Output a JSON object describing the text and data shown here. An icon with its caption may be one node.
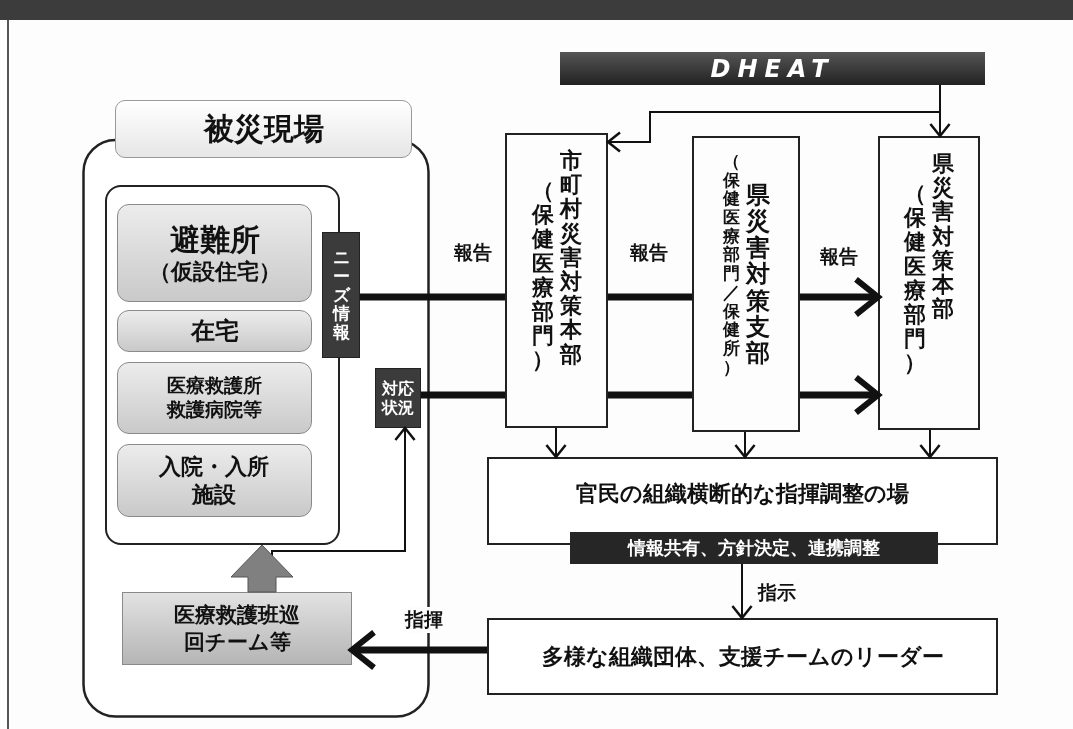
{
  "diagram": {
    "nodes": [
      {
        "text": [
          "被災現場"
        ]
      },
      {
        "text": [],
        "shape": "box",
        "in": 0
      },
      {
        "text": [
          "避難所",
          "（仮設住宅）"
        ],
        "in": 1
      },
      {
        "text": [
          "在宅"
        ],
        "in": 1
      },
      {
        "text": [
          "医療救護所救護病院等"
        ],
        "in": 1
      },
      {
        "text": [
          "入院・入所施設"
        ],
        "in": 1
      },
      {
        "text": [
          "医療救護班巡回チーム等"
        ],
        "in": 0
      },
      {
        "text": [
          "ニーズ情報"
        ],
        "in": 0
      },
      {
        "text": [
          "対応状況"
        ],
        "in": 0
      },
      {
        "text": [
          "（保健医療部門）",
          "市町村災害対策本部"
        ]
      },
      {
        "text": [
          "（保健医療部門／保健所）",
          "県災害対策支部"
        ]
      },
      {
        "text": [
          "（保健医療部門）",
          "県災害対策本部"
        ]
      },
      {
        "text": [
          "DHEAT"
        ]
      },
      {
        "text": [
          "官民の組織横断的な指揮調整の場",
          "情報共有、方針決定、連携調整"
        ]
      },
      {
        "text": [
          "多様な組織団体、支援チームのリーダー"
        ]
      }
    ],
    "edges": [
      {
        "from": 7,
        "to": 9,
        "arrow": "none",
        "label": "報告",
        "style": "thick"
      },
      {
        "from": 9,
        "to": 10,
        "arrow": "none",
        "label": "報告",
        "style": "thick"
      },
      {
        "from": 10,
        "to": 11,
        "arrow": "to",
        "label": "報告",
        "style": "thick"
      },
      {
        "from": 8,
        "to": 9,
        "arrow": "none",
        "style": "thick"
      },
      {
        "from": 9,
        "to": 10,
        "arrow": "none",
        "style": "thick"
      },
      {
        "from": 10,
        "to": 11,
        "arrow": "to",
        "style": "thick"
      },
      {
        "from": 12,
        "to": 11,
        "arrow": "to"
      },
      {
        "from": 12,
        "to": 9,
        "arrow": "to"
      },
      {
        "from": 9,
        "to": 13,
        "arrow": "to"
      },
      {
        "from": 10,
        "to": 13,
        "arrow": "to"
      },
      {
        "from": 11,
        "to": 13,
        "arrow": "to"
      },
      {
        "from": 13,
        "to": 14,
        "arrow": "to",
        "label": "指示"
      },
      {
        "from": 14,
        "to": 6,
        "arrow": "to",
        "label": "指揮",
        "style": "thick"
      },
      {
        "from": 6,
        "to": 8,
        "arrow": "to"
      },
      {
        "from": 6,
        "to": 1,
        "arrow": "to",
        "style": "thick",
        "color": "#808080"
      }
    ]
  }
}
